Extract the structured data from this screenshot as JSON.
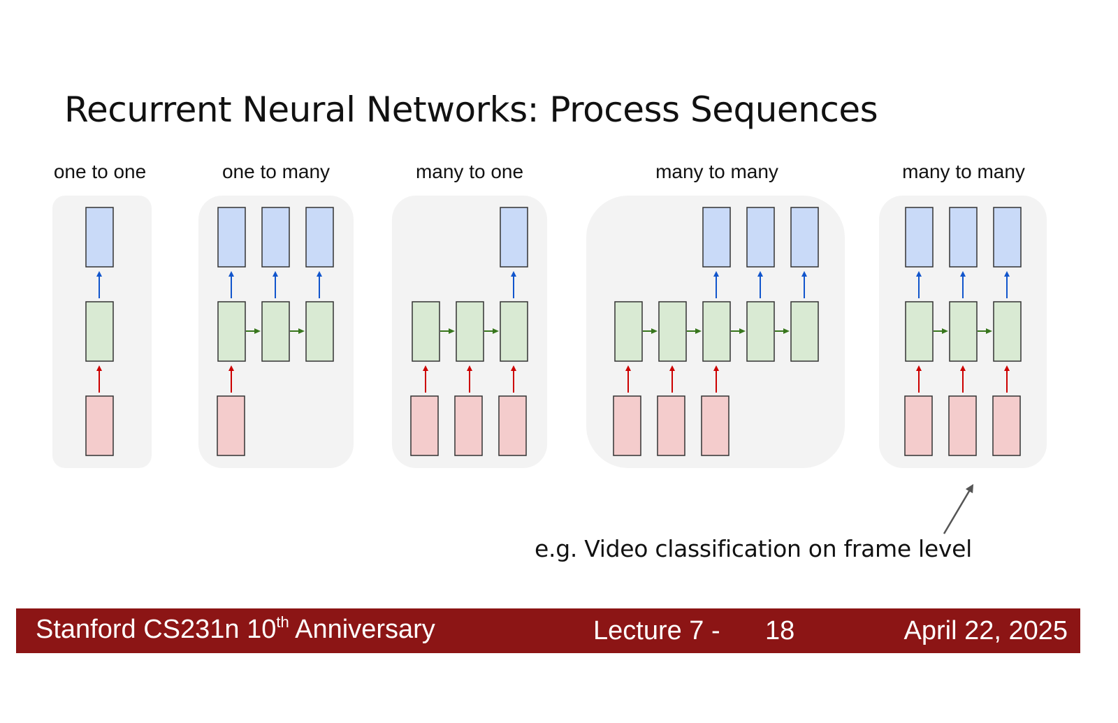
{
  "slide": {
    "title": "Recurrent Neural Networks: Process Sequences",
    "annotation": "e.g. Video classification on frame level"
  },
  "colors": {
    "input_fill": "#f4cccc",
    "input_stroke": "#333333",
    "hidden_fill": "#d9ead3",
    "output_fill": "#c9daf8",
    "input_arrow": "#cc0000",
    "hidden_arrow": "#38761d",
    "output_arrow": "#1155cc",
    "panel_bg": "#f3f3f3",
    "footer_bg": "#8c1515"
  },
  "panels": [
    {
      "label": "one to one"
    },
    {
      "label": "one to many"
    },
    {
      "label": "many to one"
    },
    {
      "label": "many to many"
    },
    {
      "label": "many to many"
    }
  ],
  "footer": {
    "course": "Stanford CS231n 10",
    "course_sup": "th",
    "course_suffix": " Anniversary",
    "lecture": "Lecture 7 -",
    "page": "18",
    "date": "April 22, 2025"
  }
}
